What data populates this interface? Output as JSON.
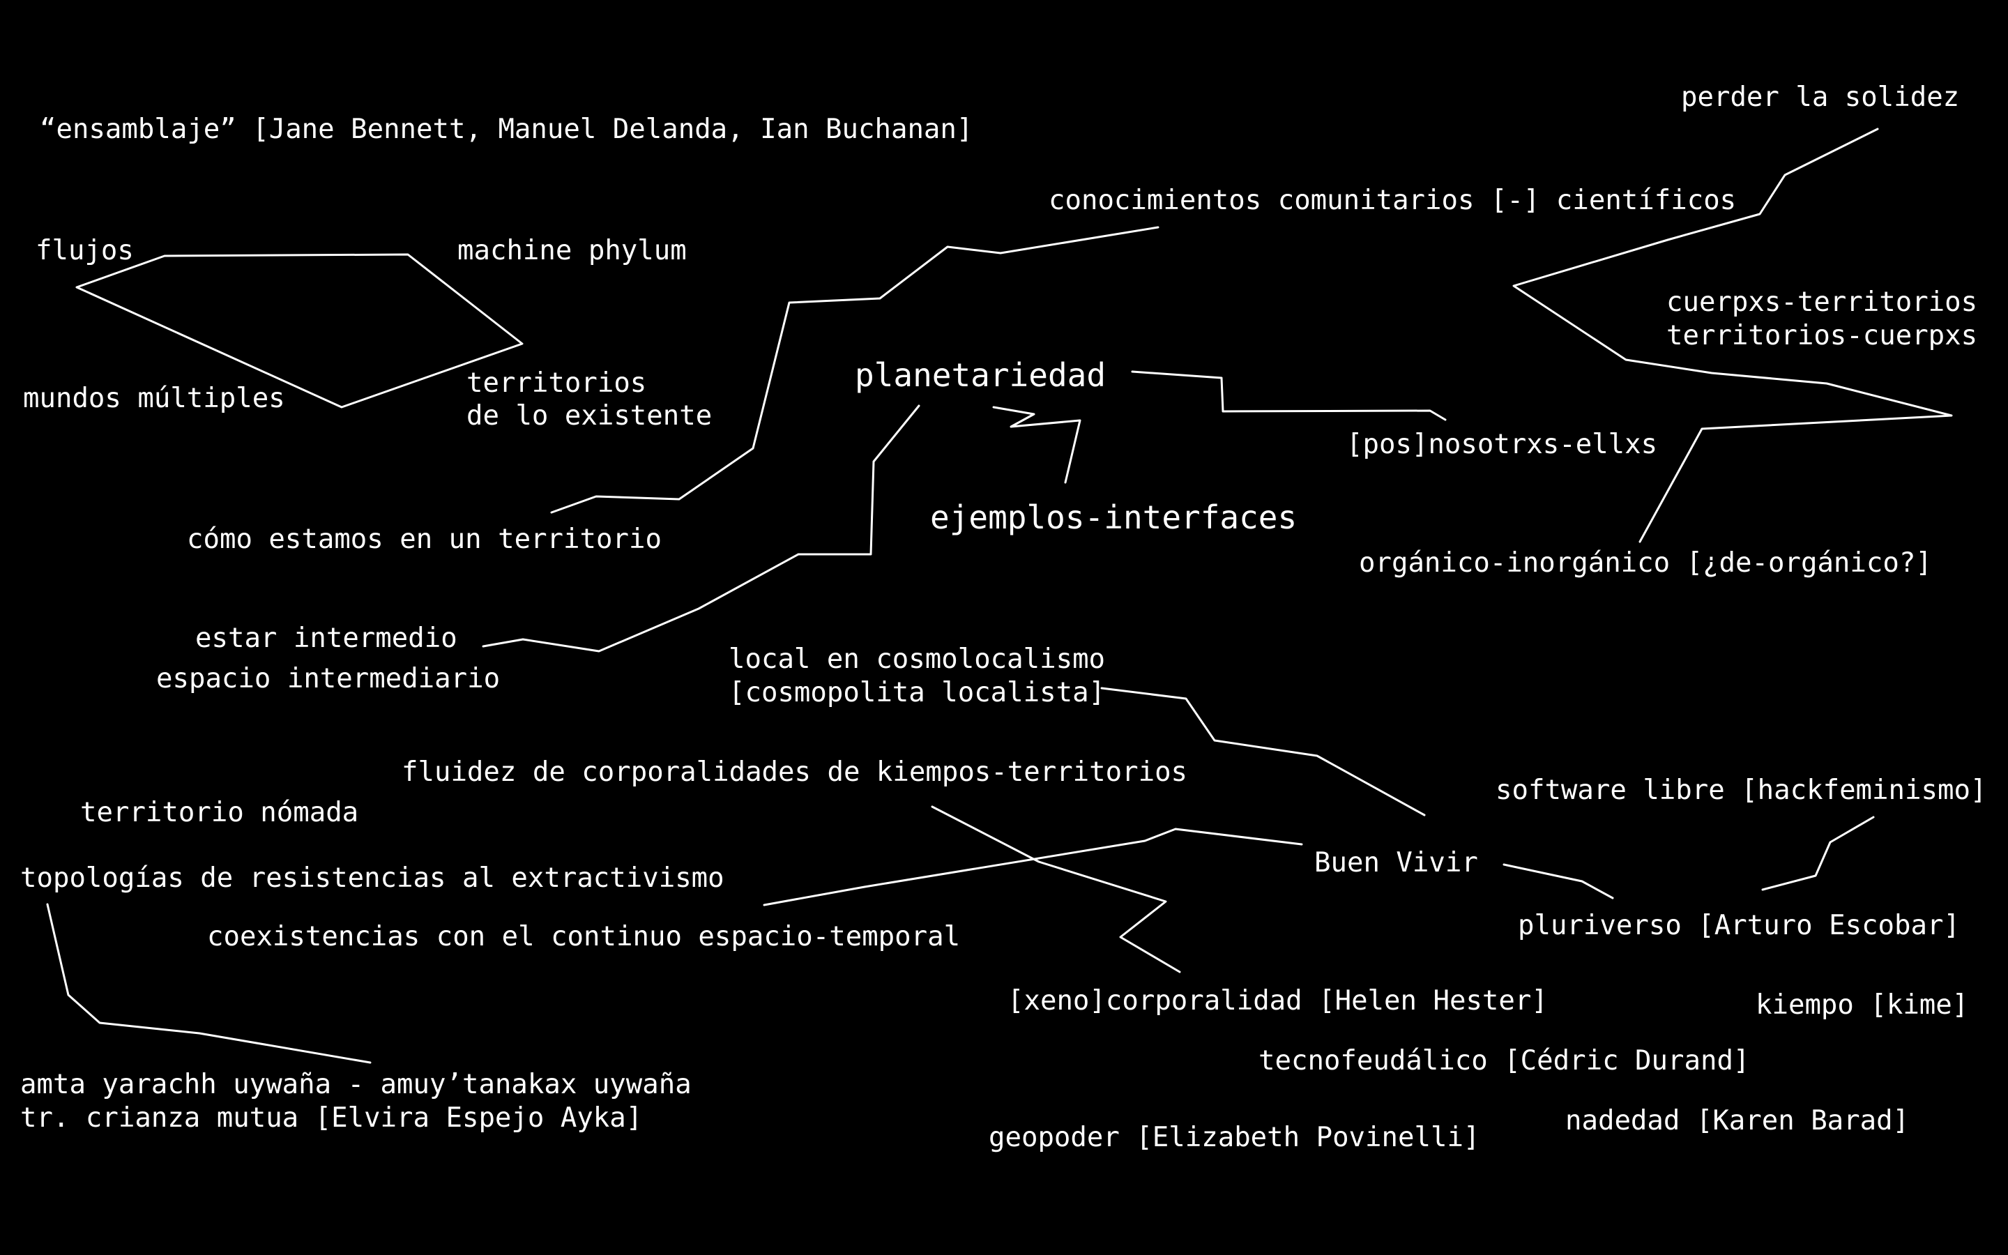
{
  "colors": {
    "background": "#000000",
    "text": "#ffffff",
    "lines": "#ffffff"
  },
  "labels": {
    "ensamblaje": "“ensamblaje” [Jane Bennett, Manuel Delanda, Ian Buchanan]",
    "perder_solidez": "perder la solidez",
    "conocimientos": "conocimientos comunitarios [-] científicos",
    "flujos": "flujos",
    "machine_phylum": "machine phylum",
    "cuerpxs_1": "cuerpxs-territorios",
    "cuerpxs_2": "territorios-cuerpxs",
    "territorios_1": "territorios",
    "territorios_2": "de lo existente",
    "mundos": "mundos múltiples",
    "planetariedad": "planetariedad",
    "pos_nosotrxs": "[pos]nosotrxs-ellxs",
    "ejemplos": "ejemplos-interfaces",
    "como_estamos": "cómo estamos en un territorio",
    "organico": "orgánico-inorgánico [¿de-orgánico?]",
    "estar_intermedio": "estar intermedio",
    "espacio_intermediario": "espacio intermediario",
    "local_1": "local en cosmolocalismo",
    "local_2": "[cosmopolita localista]",
    "fluidez": "fluidez de corporalidades de kiempos-territorios",
    "software_libre": "software libre [hackfeminismo]",
    "territorio_nomada": "territorio nómada",
    "buen_vivir": "Buen Vivir",
    "topologias": "topologías de resistencias al extractivismo",
    "pluriverso": "pluriverso [Arturo Escobar]",
    "coexistencias": "coexistencias con el continuo espacio-temporal",
    "xenocorporalidad": "[xeno]corporalidad [Helen Hester]",
    "kiempo": "kiempo [kime]",
    "tecnofeudalico": "tecnofeudálico [Cédric Durand]",
    "amta_1": "amta yarachh uywaña - amuy’tanakax uywaña",
    "amta_2": "tr. crianza mutua [Elvira Espejo Ayka]",
    "nadedad": "nadedad [Karen Barad]",
    "geopoder": "geopoder [Elizabeth Povinelli]"
  }
}
